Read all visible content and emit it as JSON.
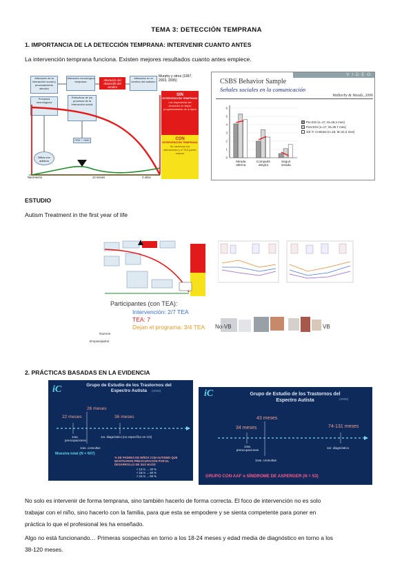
{
  "title": "TEMA 3: DETECCIÓN TEMPRANA",
  "section1": {
    "heading": "1.   IMPORTANCIA DE LA DETECCIÓN TEMPRANA: INTERVENIR CUANTO ANTES",
    "intro": "La intervención temprana funciona. Existen mejores resultados cuanto antes empiece."
  },
  "fig1": {
    "box_a": "Alteración de la interacción social y procesamiento afectivo",
    "box_b": "Alteración neurológica temprana",
    "box_c": "Alteración del desarrollo del cerebro",
    "box_d": "Alteración en el cerebro del autismo",
    "box_e": "Estructura de los procesos de la interacción social",
    "box_f": "Procesos neurológicos",
    "box_g": "PRE + SMS",
    "box_h": "Niños con autismo",
    "citation": "Murphy y otros (1997, 2003, 2005)",
    "sin_title": "SIN",
    "sin_sub": "INTERVENCIÓN TEMPRANA",
    "sin_text": "Las trayectorias del desarrollo se alejan progresivamente de lo típico",
    "con_title": "CON",
    "con_sub": "INTERVENCIÓN TEMPRANA",
    "con_text": "Se minimizan las alteraciones y el TEA puede mejorar",
    "axis_nac": "Nacimiento",
    "axis_12": "12 meses",
    "axis_3": "3 años"
  },
  "fig2": {
    "banner": "VIDEO",
    "title": "CSBS Behavior Sample",
    "subtitle": "Señales sociales en la comunicación",
    "citation": "Wetherby & Woods, 2006",
    "categories": [
      "Mirada alterna",
      "Compartir alegría",
      "Seguir mirada"
    ],
    "legend": [
      "Pre ESI (n=17, M=18.2 mes)",
      "Post ESI (n=17, M=30.7 mes)",
      "3rd Yr Contrast (n=18, M=31.6 mes)"
    ],
    "y_ticks": [
      "6",
      "5",
      "4",
      "3",
      "2",
      "1",
      "0"
    ],
    "colors": {
      "pre": "#9a9a9a",
      "post": "#d8d8d8",
      "ctrl": "#ffffff",
      "trend": "#e02020"
    }
  },
  "chart_data": {
    "type": "bar",
    "categories": [
      "Mirada alterna",
      "Compartir alegría",
      "Seguir mirada"
    ],
    "series": [
      {
        "name": "Pre ESI (n=17, M=18.2 mes)",
        "values": [
          4.1,
          2.0,
          0.5
        ]
      },
      {
        "name": "Post ESI (n=17, M=30.7 mes)",
        "values": [
          5.3,
          3.4,
          1.1
        ]
      },
      {
        "name": "3rd Yr Contrast (n=18, M=31.6 mes)",
        "values": [
          4.6,
          2.5,
          1.6
        ]
      }
    ],
    "ylim": [
      0,
      6
    ],
    "title": "Señales sociales en la comunicación"
  },
  "estudio": {
    "heading": "ESTUDIO",
    "subtitle": "Autism Treatment in the first year of life"
  },
  "fig3": {
    "participants_title": "Participantes (con TEA):",
    "nuevos": "Nuevos",
    "emparejados": "Emparejados",
    "intervencion": "Intervención: 2/7 TEA",
    "tea": "TEA: 7",
    "dejan": "Dejan el programa: 3/4 TEA",
    "novb": "No-VB",
    "vb": "VB"
  },
  "section2": {
    "heading": "2.   PRÁCTICAS BASADAS EN LA EVIDENCIA"
  },
  "slide1": {
    "logo": "iC",
    "title": "Grupo de Estudio de los Trastornos del Espectro Autista",
    "year": "(2005)",
    "m22": "22 meses",
    "m26": "26 meses",
    "m36": "36 meses",
    "prim_preoc": "1ras. preocupaciones",
    "prim_diag": "1er. diagnóstico (no específico en 1/3)",
    "prim_consult": "1ras. consultas",
    "muestra": "Muestra total (N = 607)",
    "pct_text": "% DE PADRES DE NIÑOS CON AUTISMO QUE MOSTRARON PREOCUPACIÓN POR EL DESARROLLO DE SUS HIJOS",
    "pct_rows": [
      "< 12 m  → 30 %",
      "< 18 m  → 60 %",
      "< 24 m  → 80 %"
    ]
  },
  "slide2": {
    "logo": "iC",
    "title": "Grupo de Estudio de los Trastornos del Espectro Autista",
    "year": "(2005)",
    "m34": "34 meses",
    "m43": "43 meses",
    "m74": "74-131 meses",
    "prim_preoc": "1ras. preocupaciones",
    "prim_diag": "1er. diagnóstico",
    "prim_consult": "1ras. consultas",
    "grupo": "GRUPO CON AAF o SÍNDROME DE ASPERGER (N = 53)"
  },
  "para1_l1": "No solo es intervenir de forma temprana, sino también hacerlo de forma correcta. El foco de intervención no es solo",
  "para1_l2": "trabajar con el niño, sino hacerlo con la familia, para que esta se empodere y se sienta competente para poner en",
  "para1_l3": "práctica lo que el profesional les ha enseñado.",
  "para2_l1": "Algo no está funcionando… Primeras sospechas en torno a los 18-24 meses y edad media de diagnóstico en torno a los",
  "para2_l2": "38-120 meses."
}
